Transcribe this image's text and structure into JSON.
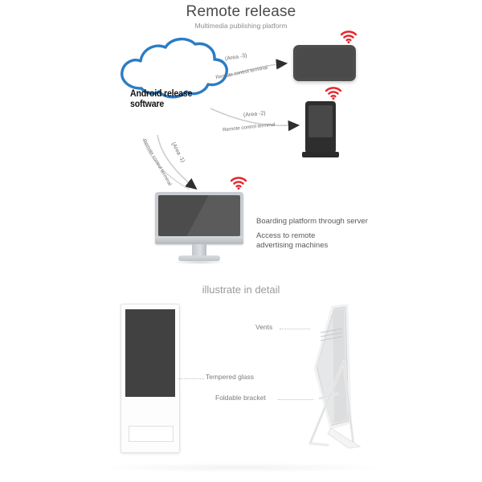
{
  "header": {
    "title": "Remote release",
    "subtitle": "Multimedia publishing platform"
  },
  "diagram": {
    "cloud_label": "Android release software",
    "flows": [
      {
        "id": "area-3",
        "area_label": "(Area -3)",
        "terminal_label": "Remote control terminal",
        "target": "landscape-display"
      },
      {
        "id": "area-2",
        "area_label": "(Area -2)",
        "terminal_label": "Remote control terminal",
        "target": "vertical-kiosk"
      },
      {
        "id": "area-1",
        "area_label": "(Area -1)",
        "terminal_label": "Remote control terminal",
        "target": "desktop-monitor"
      }
    ],
    "descriptions": [
      "Boarding platform through server",
      "Access to remote\nadvertising machines"
    ],
    "wifi_icon": "wifi-icon"
  },
  "detail": {
    "section_title": "illustrate in detail",
    "callouts": [
      {
        "id": "vents",
        "label": "Vents"
      },
      {
        "id": "tempered-glass",
        "label": "Tempered glass"
      },
      {
        "id": "foldable-bracket",
        "label": "Foldable bracket"
      }
    ]
  },
  "colors": {
    "cloud_stroke": "#2b7cc4",
    "wifi_red": "#e8252a",
    "screen_dark": "#4a4a4a",
    "text_gray": "#5a5a5a",
    "arrow_gray": "#bdbdbd",
    "frame_white": "#fdfdfd"
  }
}
